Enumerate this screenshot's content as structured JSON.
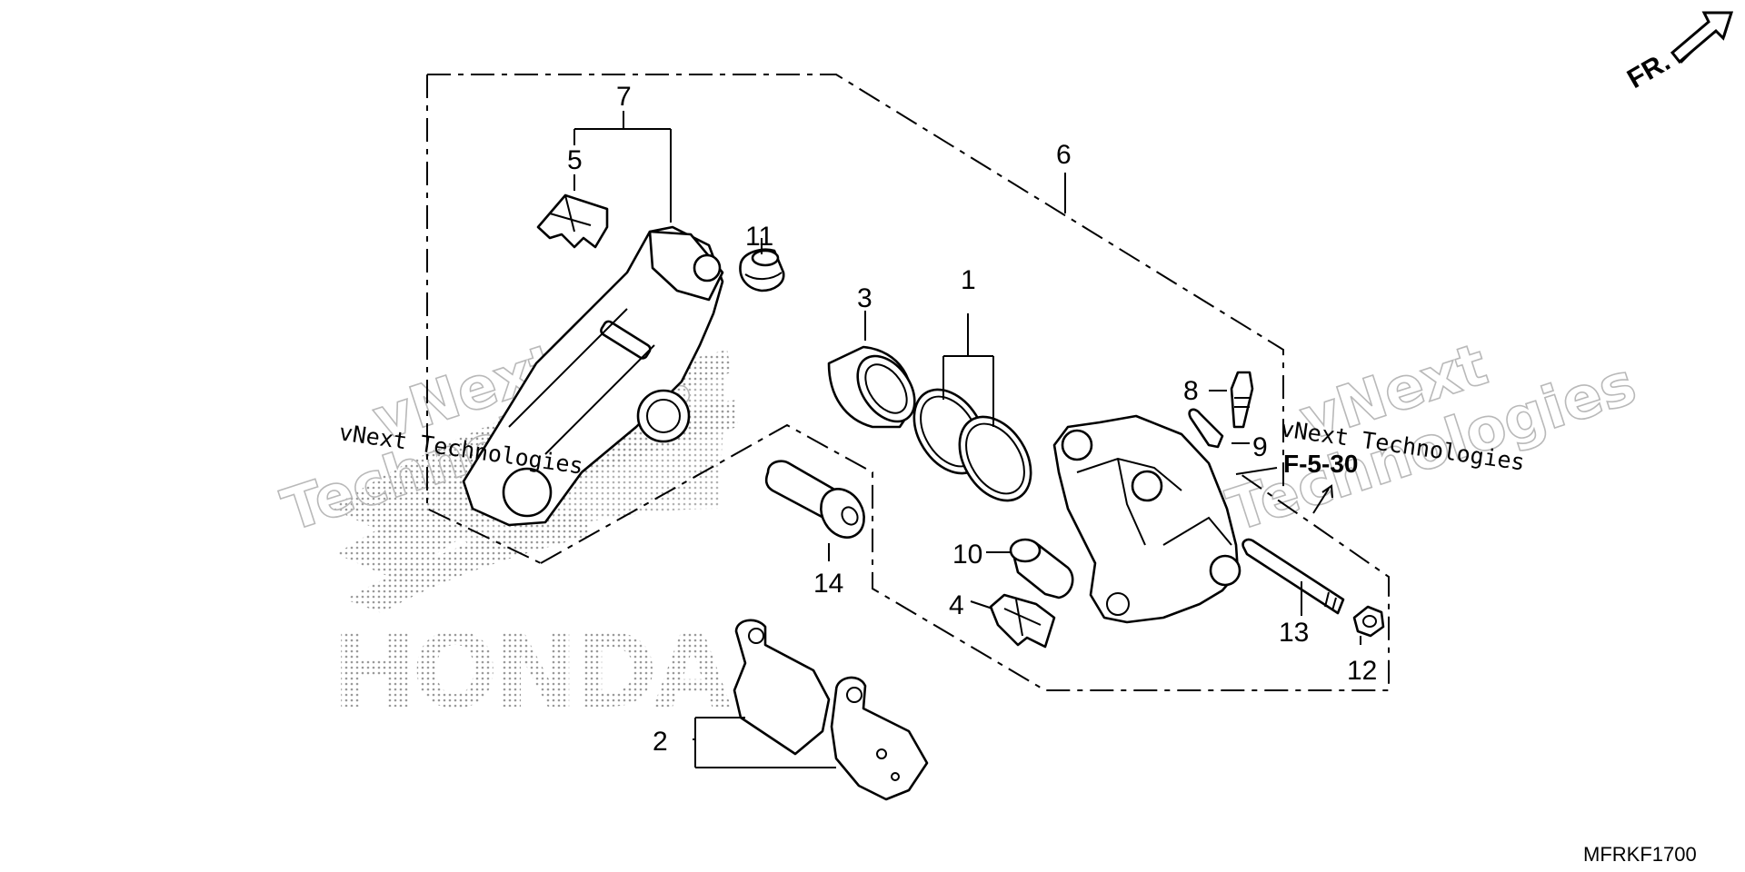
{
  "diagram": {
    "direction_marker": {
      "text": "FR.",
      "icon": "front-arrow-icon"
    },
    "reference": "F-5-30",
    "drawing_code": "MFRKF1700",
    "watermark": {
      "line1": "vNext",
      "line2": "Technologies",
      "full": "vNext Technologies"
    },
    "background_logo": "HONDA",
    "callouts": {
      "c1": "1",
      "c2": "2",
      "c3": "3",
      "c4": "4",
      "c5": "5",
      "c6": "6",
      "c7": "7",
      "c8": "8",
      "c9": "9",
      "c10": "10",
      "c11": "11",
      "c12": "12",
      "c13": "13",
      "c14": "14"
    },
    "colors": {
      "line": "#000000",
      "background": "#ffffff",
      "watermark": "#b9b9b9"
    }
  }
}
